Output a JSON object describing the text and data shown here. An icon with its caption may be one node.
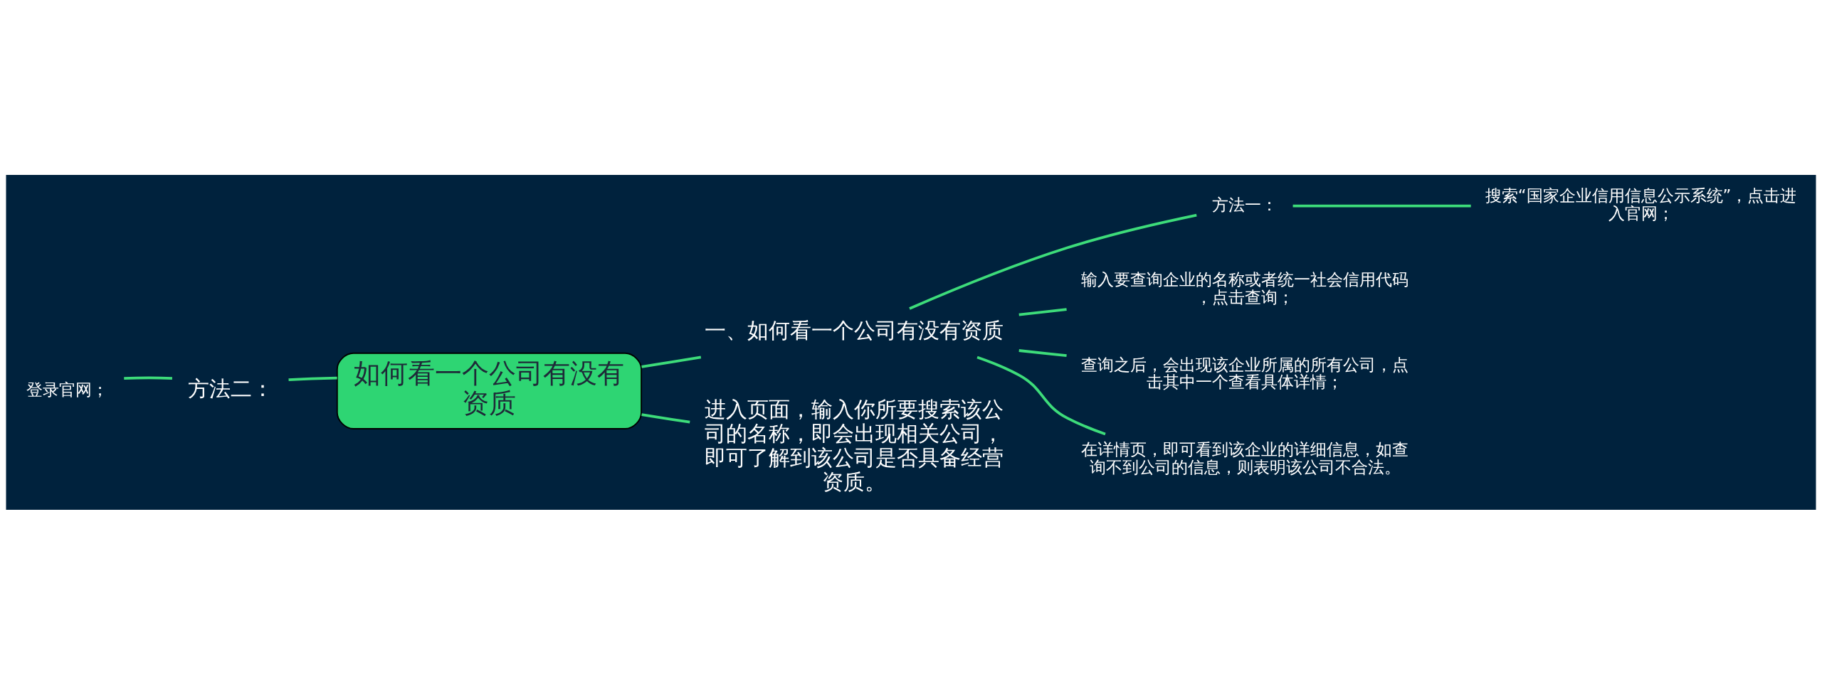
{
  "diagram": {
    "nodes": [
      {
        "text": [
          "如何看一个公司有没有资质"
        ]
      },
      {
        "text": [
          "方法二："
        ]
      },
      {
        "text": [
          "登录官网；"
        ]
      },
      {
        "text": [
          "一、如何看一个公司有没有资质"
        ]
      },
      {
        "text": [
          "方法一："
        ]
      },
      {
        "text": [
          "搜索“国家企业信用信息公示系统”，点击进入官网；"
        ]
      },
      {
        "text": [
          "输入要查询企业的名称或者统一社会信用代码，点击查询；"
        ]
      },
      {
        "text": [
          "查询之后，会出现该企业所属的所有公司，点击其中一个查看具体详情；"
        ]
      },
      {
        "text": [
          "在详情页，即可看到该企业的详细信息，如查询不到公司的信息，则表明该公司不合法。"
        ]
      },
      {
        "text": [
          "进入页面，输入你所要搜索该公司的名称，即会出现相关公司，即可了解到该公司是否具备经营资质。"
        ]
      }
    ],
    "edges": [
      {
        "from": 0,
        "to": 1,
        "arrow": "none"
      },
      {
        "from": 1,
        "to": 2,
        "arrow": "none"
      },
      {
        "from": 0,
        "to": 3,
        "arrow": "none"
      },
      {
        "from": 3,
        "to": 4,
        "arrow": "none"
      },
      {
        "from": 4,
        "to": 5,
        "arrow": "none"
      },
      {
        "from": 3,
        "to": 6,
        "arrow": "none"
      },
      {
        "from": 3,
        "to": 7,
        "arrow": "none"
      },
      {
        "from": 3,
        "to": 8,
        "arrow": "none"
      },
      {
        "from": 0,
        "to": 9,
        "arrow": "none"
      }
    ]
  }
}
